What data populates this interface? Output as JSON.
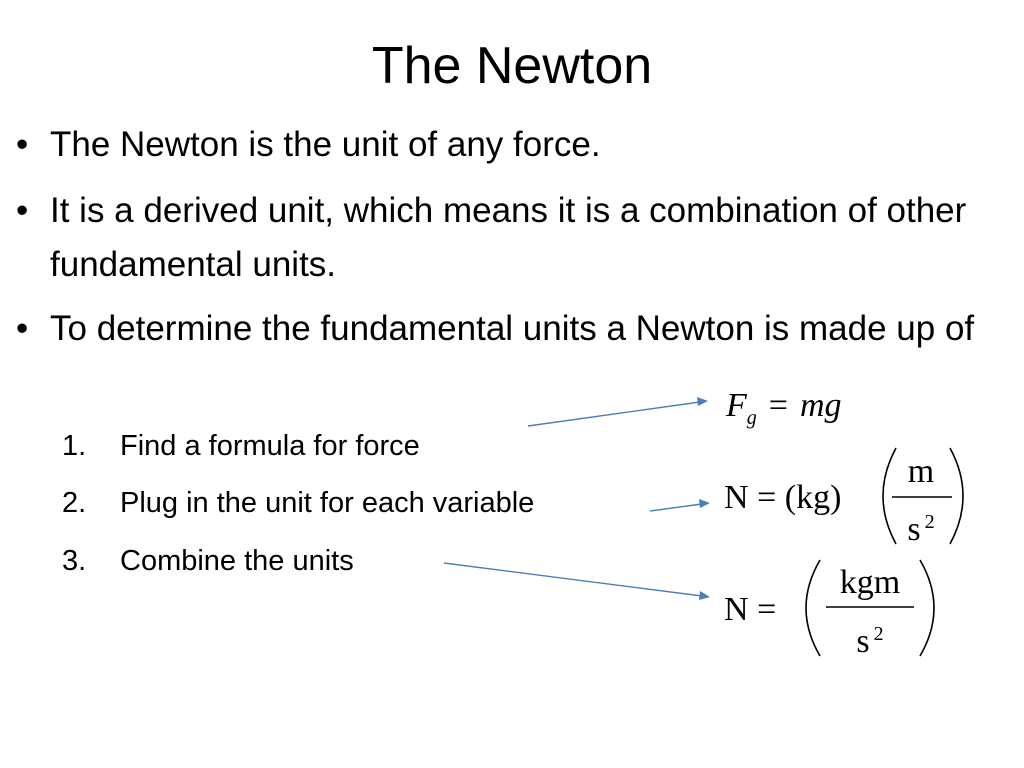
{
  "slide": {
    "title": "The Newton",
    "bullets": [
      {
        "marker": "•",
        "text": "The Newton is the unit of any force."
      },
      {
        "marker": "•",
        "text": "It is a derived unit, which means it is a combination of other fundamental units."
      },
      {
        "marker": "•",
        "text": "To determine the fundamental units a Newton is made up of"
      }
    ],
    "steps": [
      {
        "number": "1.",
        "text": "Find a formula for force"
      },
      {
        "number": "2.",
        "text": "Plug in the unit for each variable"
      },
      {
        "number": "3.",
        "text": "Combine the units"
      }
    ],
    "formulas": {
      "f1": {
        "lhs": "F",
        "lhs_sub": "g",
        "eq": "=",
        "rhs": "mg"
      },
      "f2": {
        "lhs": "N",
        "eq": "=",
        "middle": "(kg)",
        "num": "m",
        "den": "s",
        "den_exp": "2"
      },
      "f3": {
        "lhs": "N",
        "eq": "=",
        "num": "kgm",
        "den": "s",
        "den_exp": "2"
      }
    },
    "colors": {
      "arrow": "#4a7ebb",
      "text": "#000000",
      "background": "#ffffff"
    }
  }
}
